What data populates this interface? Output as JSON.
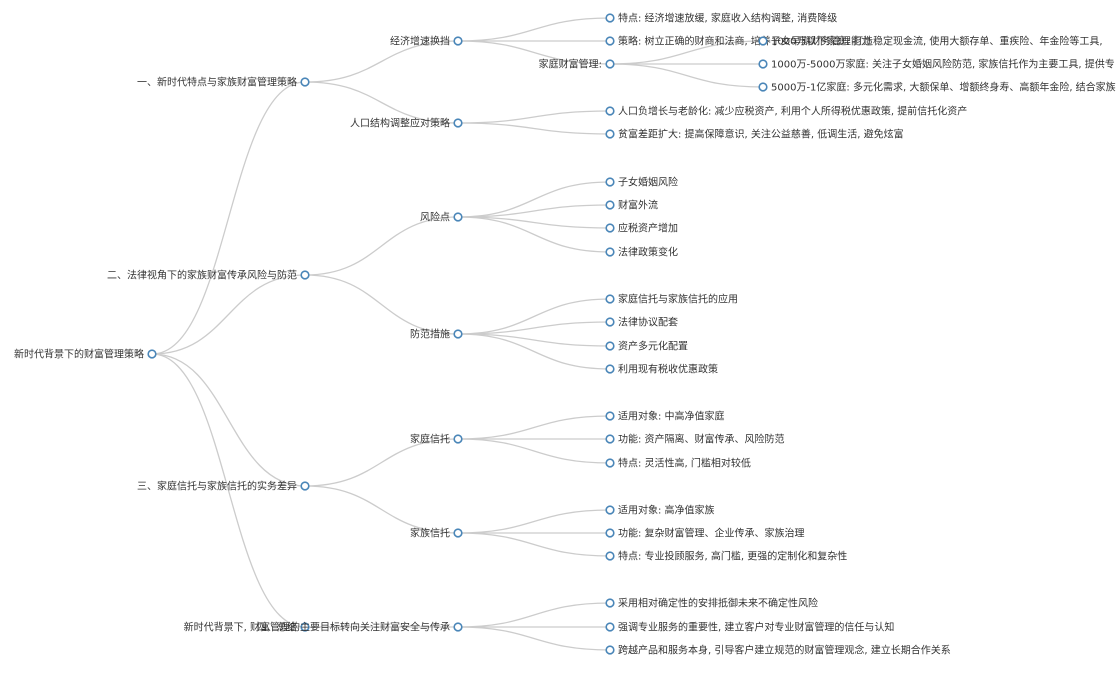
{
  "mindmap": {
    "root": {
      "label": "新时代背景下的财富管理策略",
      "children": [
        {
          "label": "一、新时代特点与家族财富管理策略",
          "children": [
            {
              "label": "经济增速换挡",
              "children": [
                {
                  "label": "特点: 经济增速放缓, 家庭收入结构调整, 消费降级"
                },
                {
                  "label": "策略: 树立正确的财商和法商, 培养子女早期财务管理能力"
                },
                {
                  "label": "家庭财富管理:",
                  "children": [
                    {
                      "label": "1000万以下家庭: 打造稳定现金流, 使用大额存单、重疾险、年金险等工具,"
                    },
                    {
                      "label": "1000万-5000万家庭: 关注子女婚姻风险防范, 家族信托作为主要工具, 提供专"
                    },
                    {
                      "label": "5000万-1亿家庭: 多元化需求, 大额保单、增额终身寿、高额年金险, 结合家族"
                    }
                  ]
                }
              ]
            },
            {
              "label": "人口结构调整应对策略",
              "children": [
                {
                  "label": "人口负增长与老龄化: 减少应税资产, 利用个人所得税优惠政策, 提前信托化资产"
                },
                {
                  "label": "贫富差距扩大: 提高保障意识, 关注公益慈善, 低调生活, 避免炫富"
                }
              ]
            }
          ]
        },
        {
          "label": "二、法律视角下的家族财富传承风险与防范",
          "children": [
            {
              "label": "风险点",
              "children": [
                {
                  "label": "子女婚姻风险"
                },
                {
                  "label": "财富外流"
                },
                {
                  "label": "应税资产增加"
                },
                {
                  "label": "法律政策变化"
                }
              ]
            },
            {
              "label": "防范措施",
              "children": [
                {
                  "label": "家庭信托与家族信托的应用"
                },
                {
                  "label": "法律协议配套"
                },
                {
                  "label": "资产多元化配置"
                },
                {
                  "label": "利用现有税收优惠政策"
                }
              ]
            }
          ]
        },
        {
          "label": "三、家庭信托与家族信托的实务差异",
          "children": [
            {
              "label": "家庭信托",
              "children": [
                {
                  "label": "适用对象: 中高净值家庭"
                },
                {
                  "label": "功能: 资产隔离、财富传承、风险防范"
                },
                {
                  "label": "特点: 灵活性高, 门槛相对较低"
                }
              ]
            },
            {
              "label": "家族信托",
              "children": [
                {
                  "label": "适用对象: 高净值家族"
                },
                {
                  "label": "功能: 复杂财富管理、企业传承、家族治理"
                },
                {
                  "label": "特点: 专业投顾服务, 高门槛, 更强的定制化和复杂性"
                }
              ]
            }
          ]
        },
        {
          "label": "四、总结",
          "children": [
            {
              "label": "新时代背景下, 财富管理的主要目标转向关注财富安全与传承",
              "children": [
                {
                  "label": "采用相对确定性的安排抵御未来不确定性风险"
                },
                {
                  "label": "强调专业服务的重要性, 建立客户对专业财富管理的信任与认知"
                },
                {
                  "label": "跨越产品和服务本身, 引导客户建立规范的财富管理观念, 建立长期合作关系"
                }
              ]
            }
          ]
        }
      ]
    }
  }
}
